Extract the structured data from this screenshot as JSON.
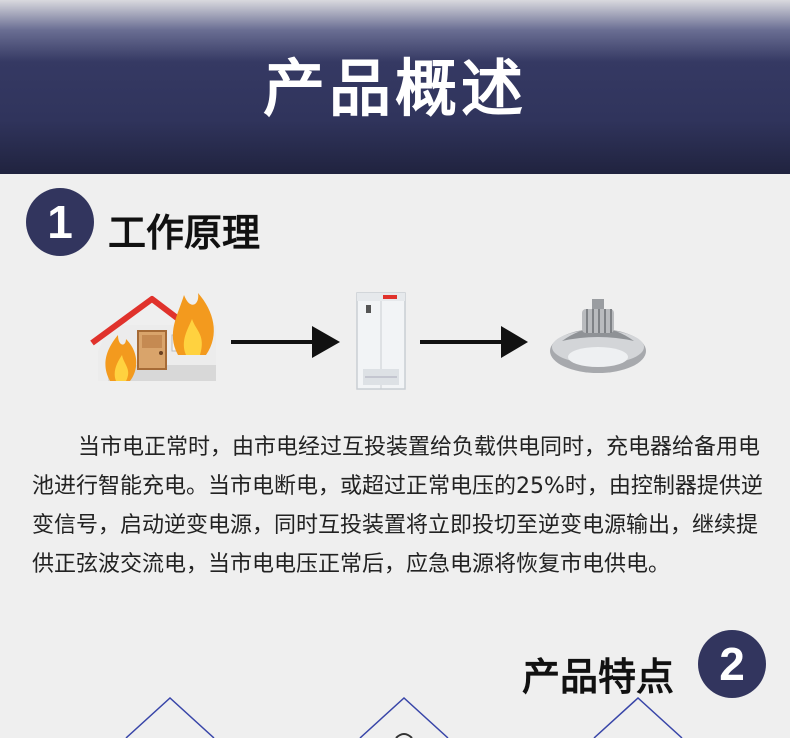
{
  "banner": {
    "title": "产品概述"
  },
  "section1": {
    "number": "1",
    "title": "工作原理",
    "paragraph": "当市电正常时，由市电经过互投装置给负载供电同时，充电器给备用电池进行智能充电。当市电断电，或超过正常电压的25%时，由控制器提供逆变信号，启动逆变电源，同时互投装置将立即投切至逆变电源输出，继续提供正弦波交流电，当市电电压正常后，应急电源将恢复市电供电。"
  },
  "section2": {
    "number": "2",
    "title": "产品特点"
  },
  "diagram": {
    "icons": [
      "house-fire-icon",
      "power-cabinet-icon",
      "high-bay-lamp-icon"
    ]
  },
  "colors": {
    "banner_dark": "#30345c",
    "badge": "#32355e",
    "page_bg": "#efefef",
    "flame": "#f39a1e",
    "roof": "#e0322c"
  }
}
